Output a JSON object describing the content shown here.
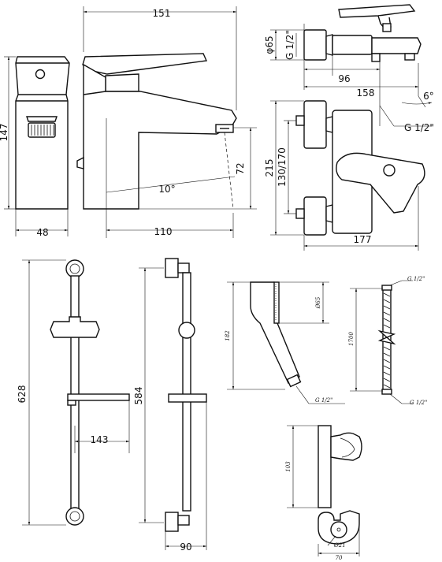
{
  "basin_mixer": {
    "dim_width": "151",
    "dim_height": "147",
    "dim_base_width": "48",
    "dim_reach": "110",
    "dim_spout_height": "72",
    "dim_angle": "10°"
  },
  "bath_mixer": {
    "dim_rosette": "φ65",
    "dim_thread_left": "G 1/2\"",
    "dim_thread_right": "G 1/2\"",
    "dim_depth": "96",
    "dim_total_depth": "158",
    "dim_angle": "6°",
    "dim_height": "215",
    "dim_centers": "130/170",
    "dim_width": "177"
  },
  "slide_rail": {
    "dim_length": "628",
    "dim_projection": "143",
    "dim_length_side": "584",
    "dim_side_depth": "90"
  },
  "hand_shower": {
    "dim_length": "182",
    "dim_head": "Ø65",
    "dim_thread": "G 1/2\""
  },
  "hose": {
    "dim_length": "1700",
    "dim_thread_top": "G 1/2\"",
    "dim_thread_bottom": "G 1/2\""
  },
  "wall_bracket": {
    "dim_height": "103",
    "dim_diameter": "Ø21",
    "dim_width": "70"
  }
}
